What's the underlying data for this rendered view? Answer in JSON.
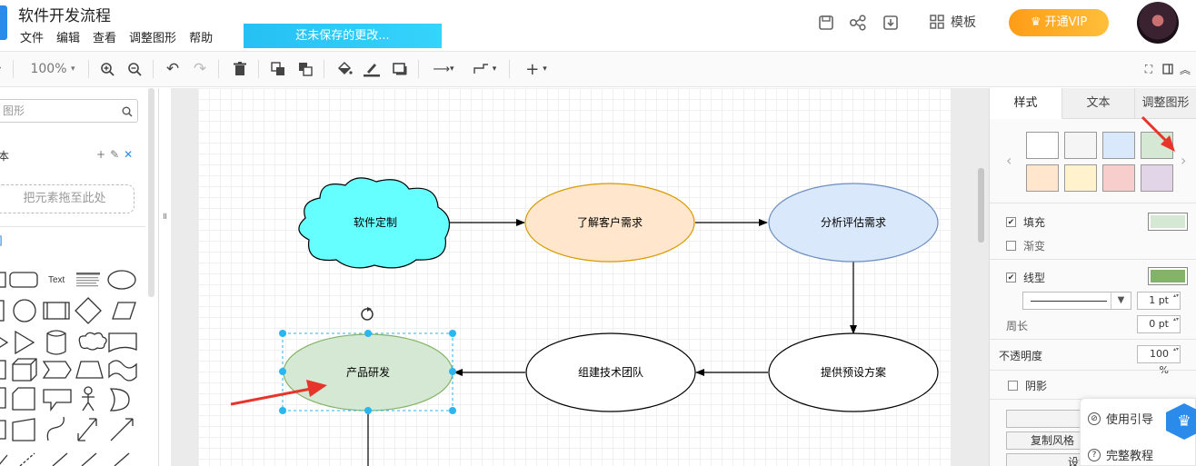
{
  "header": {
    "title": "软件开发流程",
    "menu": [
      "文件",
      "编辑",
      "查看",
      "调整图形",
      "帮助"
    ],
    "save_status": "还未保存的更改...",
    "template_label": "模板",
    "vip_label": "开通VIP"
  },
  "toolbar": {
    "zoom": "100%"
  },
  "left_panel": {
    "search_placeholder": "图形",
    "library_title": "本",
    "drop_zone_text": "把元素拖至此处",
    "section_label": "]",
    "text_shape_label": "Text"
  },
  "diagram": {
    "nodes": [
      {
        "id": "n1",
        "label": "软件定制",
        "shape": "cloud",
        "fill": "#66ffff"
      },
      {
        "id": "n2",
        "label": "了解客户需求",
        "shape": "ellipse",
        "fill": "#ffe6cc"
      },
      {
        "id": "n3",
        "label": "分析评估需求",
        "shape": "ellipse",
        "fill": "#dae8fc"
      },
      {
        "id": "n4",
        "label": "提供预设方案",
        "shape": "ellipse",
        "fill": "#ffffff"
      },
      {
        "id": "n5",
        "label": "组建技术团队",
        "shape": "ellipse",
        "fill": "#ffffff"
      },
      {
        "id": "n6",
        "label": "产品研发",
        "shape": "ellipse",
        "fill": "#d5e8d4",
        "selected": true
      }
    ],
    "edges": [
      [
        "n1",
        "n2"
      ],
      [
        "n2",
        "n3"
      ],
      [
        "n3",
        "n4"
      ],
      [
        "n4",
        "n5"
      ],
      [
        "n5",
        "n6"
      ]
    ]
  },
  "right_panel": {
    "tabs": [
      "样式",
      "文本",
      "调整图形"
    ],
    "active_tab": "样式",
    "swatches": [
      "#ffffff",
      "#f5f5f5",
      "#dae8fc",
      "#d5e8d4",
      "#ffe6cc",
      "#fff2cc",
      "#f8cecc",
      "#e1d5e7"
    ],
    "fill_label": "填充",
    "fill_checked": true,
    "fill_color": "#d5e8d4",
    "gradient_label": "渐变",
    "gradient_checked": false,
    "line_label": "线型",
    "line_checked": true,
    "line_color": "#82b366",
    "line_width": "1 pt",
    "perimeter_label": "周长",
    "perimeter_value": "0 pt",
    "opacity_label": "不透明度",
    "opacity_value": "100 %",
    "shadow_label": "阴影",
    "shadow_checked": false,
    "copy_style_label": "复制风格",
    "set_label_partial": "设置"
  },
  "help_popup": {
    "guide_label": "使用引导",
    "tutorial_label": "完整教程"
  }
}
